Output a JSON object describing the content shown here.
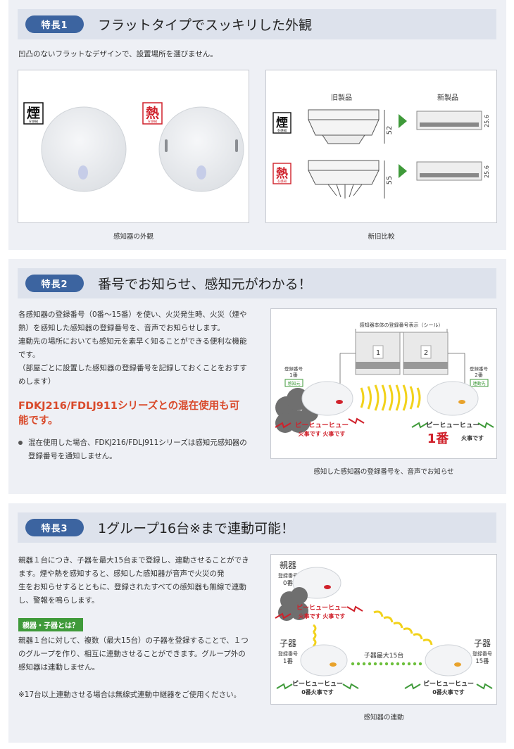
{
  "feature1": {
    "badge": "特長1",
    "title": "フラットタイプでスッキリした外観",
    "desc": "凹凸のないフラットなデザインで、設置場所を選びません。",
    "left_caption": "感知器の外観",
    "right_caption": "新旧比較",
    "smoke_tag": "煙",
    "smoke_sub": "を感知",
    "heat_tag": "熱",
    "heat_sub": "を感知",
    "old_label": "旧製品",
    "new_label": "新製品",
    "dim_old_smoke": "52",
    "dim_old_heat": "55",
    "dim_new_smoke": "25.6",
    "dim_new_heat": "25.6"
  },
  "feature2": {
    "badge": "特長2",
    "title": "番号でお知らせ、感知元がわかる！",
    "lines": [
      "各感知器の登録番号（0番〜15番）を使い、火災発生時、火災（煙や",
      "熱）を感知した感知器の登録番号を、音声でお知らせします。",
      "連動先の場所においても感知元を素早く知ることができる便利な機能",
      "です。",
      "（部屋ごとに設置した感知器の登録番号を記録しておくことをおすす",
      "めします）"
    ],
    "highlight_lines": [
      "FDKJ216/FDLJ911シリーズとの混在使用も可",
      "能です。"
    ],
    "note_lines": [
      "混在使用した場合、FDKJ216/FDLJ911シリーズは感知元感知器の",
      "登録番号を通知しません。"
    ],
    "diagram": {
      "sticker_label": "感知器本体の登録番号表示（シール）",
      "num1": "1",
      "num2": "2",
      "reg_left": "登録番号",
      "reg_left_no": "1番",
      "source_tag": "感知元",
      "reg_right": "登録番号",
      "reg_right_no": "2番",
      "linked_tag": "連動先",
      "beep_left": "ピーヒューヒュー",
      "fire_left": "火事です 火事です",
      "beep_right": "ピーヒューヒュー",
      "big_no": "1番",
      "fire_right": "火事です"
    },
    "caption": "感知した感知器の登録番号を、音声でお知らせ"
  },
  "feature3": {
    "badge": "特長3",
    "title": "1グループ16台※まで連動可能！",
    "lines": [
      "親器１台につき、子器を最大15台まで登録し、連動させることができ",
      "ます。煙や熱を感知すると、感知した感知器が音声で火災の発",
      "生をお知らせするとともに、登録されたすべての感知器も無線で連動",
      "し、警報を鳴らします。"
    ],
    "green_label": "親器・子器とは？",
    "lines2": [
      "親器１台に対して、複数（最大15台）の子器を登録することで、１つ",
      "のグループを作り、相互に連動させることができます。グループ外の",
      "感知器は連動しません。"
    ],
    "footnote": "※17台以上連動させる場合は無線式連動中継器をご使用ください。",
    "diagram": {
      "parent": "親器",
      "parent_reg": "登録番号",
      "parent_no": "0番",
      "beep_top": "ピーヒューヒュー",
      "fire_top": "火事です 火事です",
      "child_left": "子器",
      "child_left_reg": "登録番号",
      "child_left_no": "1番",
      "child_right": "子器",
      "child_right_reg": "登録番号",
      "child_right_no": "15番",
      "max_label": "子器最大15台",
      "beep_bl": "ピーヒューヒュー",
      "fire_bl": "0番火事です",
      "beep_br": "ピーヒューヒュー",
      "fire_br": "0番火事です"
    },
    "caption": "感知器の連動"
  },
  "colors": {
    "badge": "#3c64a0",
    "red": "#d94a2b",
    "green": "#3f9a3a",
    "yellow": "#f2d21a"
  }
}
